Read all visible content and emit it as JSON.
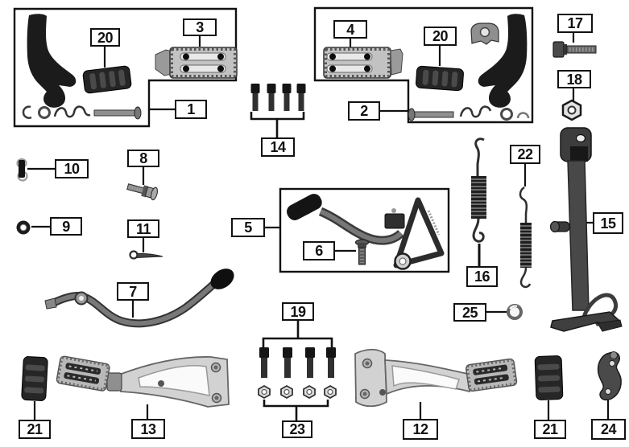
{
  "diagram": {
    "title": "footrest-and-side-stand-parts-diagram",
    "colors": {
      "background": "#ffffff",
      "line": "#111111",
      "part_dark": "#1b1b1b",
      "part_mid": "#6b6b6b",
      "part_light": "#c9c9c9"
    },
    "callouts": {
      "c1": {
        "label": "1",
        "part": "footpeg-pivot-pin-kit-left"
      },
      "c2": {
        "label": "2",
        "part": "footpeg-pivot-pin-kit-right"
      },
      "c3": {
        "label": "3",
        "part": "front-footpeg-left"
      },
      "c4": {
        "label": "4",
        "part": "front-footpeg-right"
      },
      "c5": {
        "label": "5",
        "part": "brake-pedal-assembly"
      },
      "c6": {
        "label": "6",
        "part": "brake-pedal-bolt"
      },
      "c7": {
        "label": "7",
        "part": "gear-shift-lever"
      },
      "c8": {
        "label": "8",
        "part": "flange-bolt"
      },
      "c9": {
        "label": "9",
        "part": "nut"
      },
      "c10": {
        "label": "10",
        "part": "retaining-clip"
      },
      "c11": {
        "label": "11",
        "part": "cotter-pin"
      },
      "c12": {
        "label": "12",
        "part": "rear-footrest-bracket-right"
      },
      "c13": {
        "label": "13",
        "part": "rear-footrest-bracket-left"
      },
      "c14": {
        "label": "14",
        "part": "socket-bolt-set"
      },
      "c15": {
        "label": "15",
        "part": "side-stand"
      },
      "c16": {
        "label": "16",
        "part": "side-stand-spring-large"
      },
      "c17": {
        "label": "17",
        "part": "side-stand-bolt"
      },
      "c18": {
        "label": "18",
        "part": "side-stand-nut"
      },
      "c19": {
        "label": "19",
        "part": "socket-bolt-set"
      },
      "c20": {
        "label": "20",
        "part": "footpeg-rubber-left"
      },
      "c20b": {
        "label": "20",
        "part": "footpeg-rubber-right"
      },
      "c21": {
        "label": "21",
        "part": "footrest-rubber-pad-left"
      },
      "c21b": {
        "label": "21",
        "part": "footrest-rubber-pad-right"
      },
      "c22": {
        "label": "22",
        "part": "return-spring-small"
      },
      "c23": {
        "label": "23",
        "part": "flange-nut-set"
      },
      "c24": {
        "label": "24",
        "part": "brake-arm-bracket"
      },
      "c25": {
        "label": "25",
        "part": "washer-ring"
      }
    }
  }
}
